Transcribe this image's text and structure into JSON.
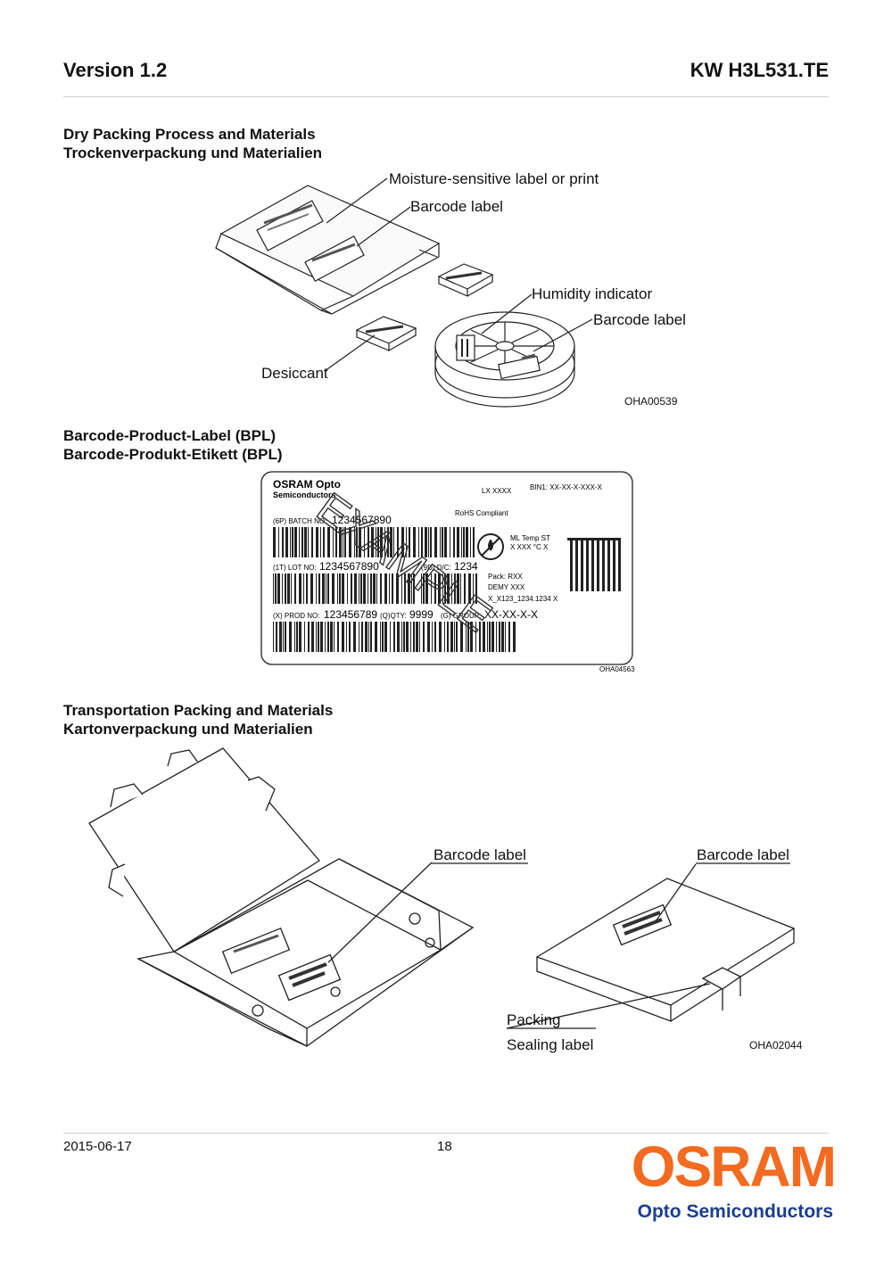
{
  "header": {
    "version": "Version 1.2",
    "part_number": "KW H3L531.TE"
  },
  "sections": {
    "dry_packing": {
      "title_en": "Dry Packing Process and Materials",
      "title_de": "Trockenverpackung und Materialien",
      "labels": {
        "moisture": "Moisture-sensitive label or print",
        "barcode_bag": "Barcode label",
        "humidity": "Humidity indicator",
        "barcode_reel": "Barcode label",
        "desiccant": "Desiccant",
        "figure_code": "OHA00539"
      }
    },
    "bpl": {
      "title_en": "Barcode-Product-Label (BPL)",
      "title_de": "Barcode-Produkt-Etikett (BPL)",
      "label": {
        "company_line1": "OSRAM Opto",
        "company_line2": "Semiconductors",
        "lx": "LX XXXX",
        "bin": "BIN1: XX-XX-X-XXX-X",
        "rohs": "RoHS Compliant",
        "batch_prefix": "(6P) BATCH NO:",
        "batch_value": "1234567890",
        "ml_header": "ML  Temp   ST",
        "ml_values": "X     XXX °C X",
        "lot_prefix": "(1T) LOT NO:",
        "lot_value": "1234567890",
        "dc_prefix": "(9D) D/C:",
        "dc_value": "1234",
        "pack": "Pack: RXX",
        "demy": "DEMY     XXX",
        "x_line": "X_X123_1234.1234 X",
        "prod_prefix": "(X) PROD NO:",
        "prod_value": "123456789",
        "qty_prefix": "(Q)QTY:",
        "qty_value": "9999",
        "group_prefix": "(G) GROUP:",
        "group_value": "XX-XX-X-X",
        "watermark": "EXAMPLE",
        "figure_code": "OHA04563"
      }
    },
    "transport": {
      "title_en": "Transportation Packing and Materials",
      "title_de": "Kartonverpackung und Materialien",
      "labels": {
        "barcode_open": "Barcode label",
        "barcode_closed": "Barcode label",
        "packing": "Packing",
        "sealing": "Sealing label",
        "figure_code": "OHA02044"
      }
    }
  },
  "footer": {
    "date": "2015-06-17",
    "page": "18"
  },
  "logo": {
    "brand": "OSRAM",
    "subtitle": "Opto Semiconductors",
    "brand_color": "#f26b21",
    "subtitle_color": "#1b3f8f"
  }
}
